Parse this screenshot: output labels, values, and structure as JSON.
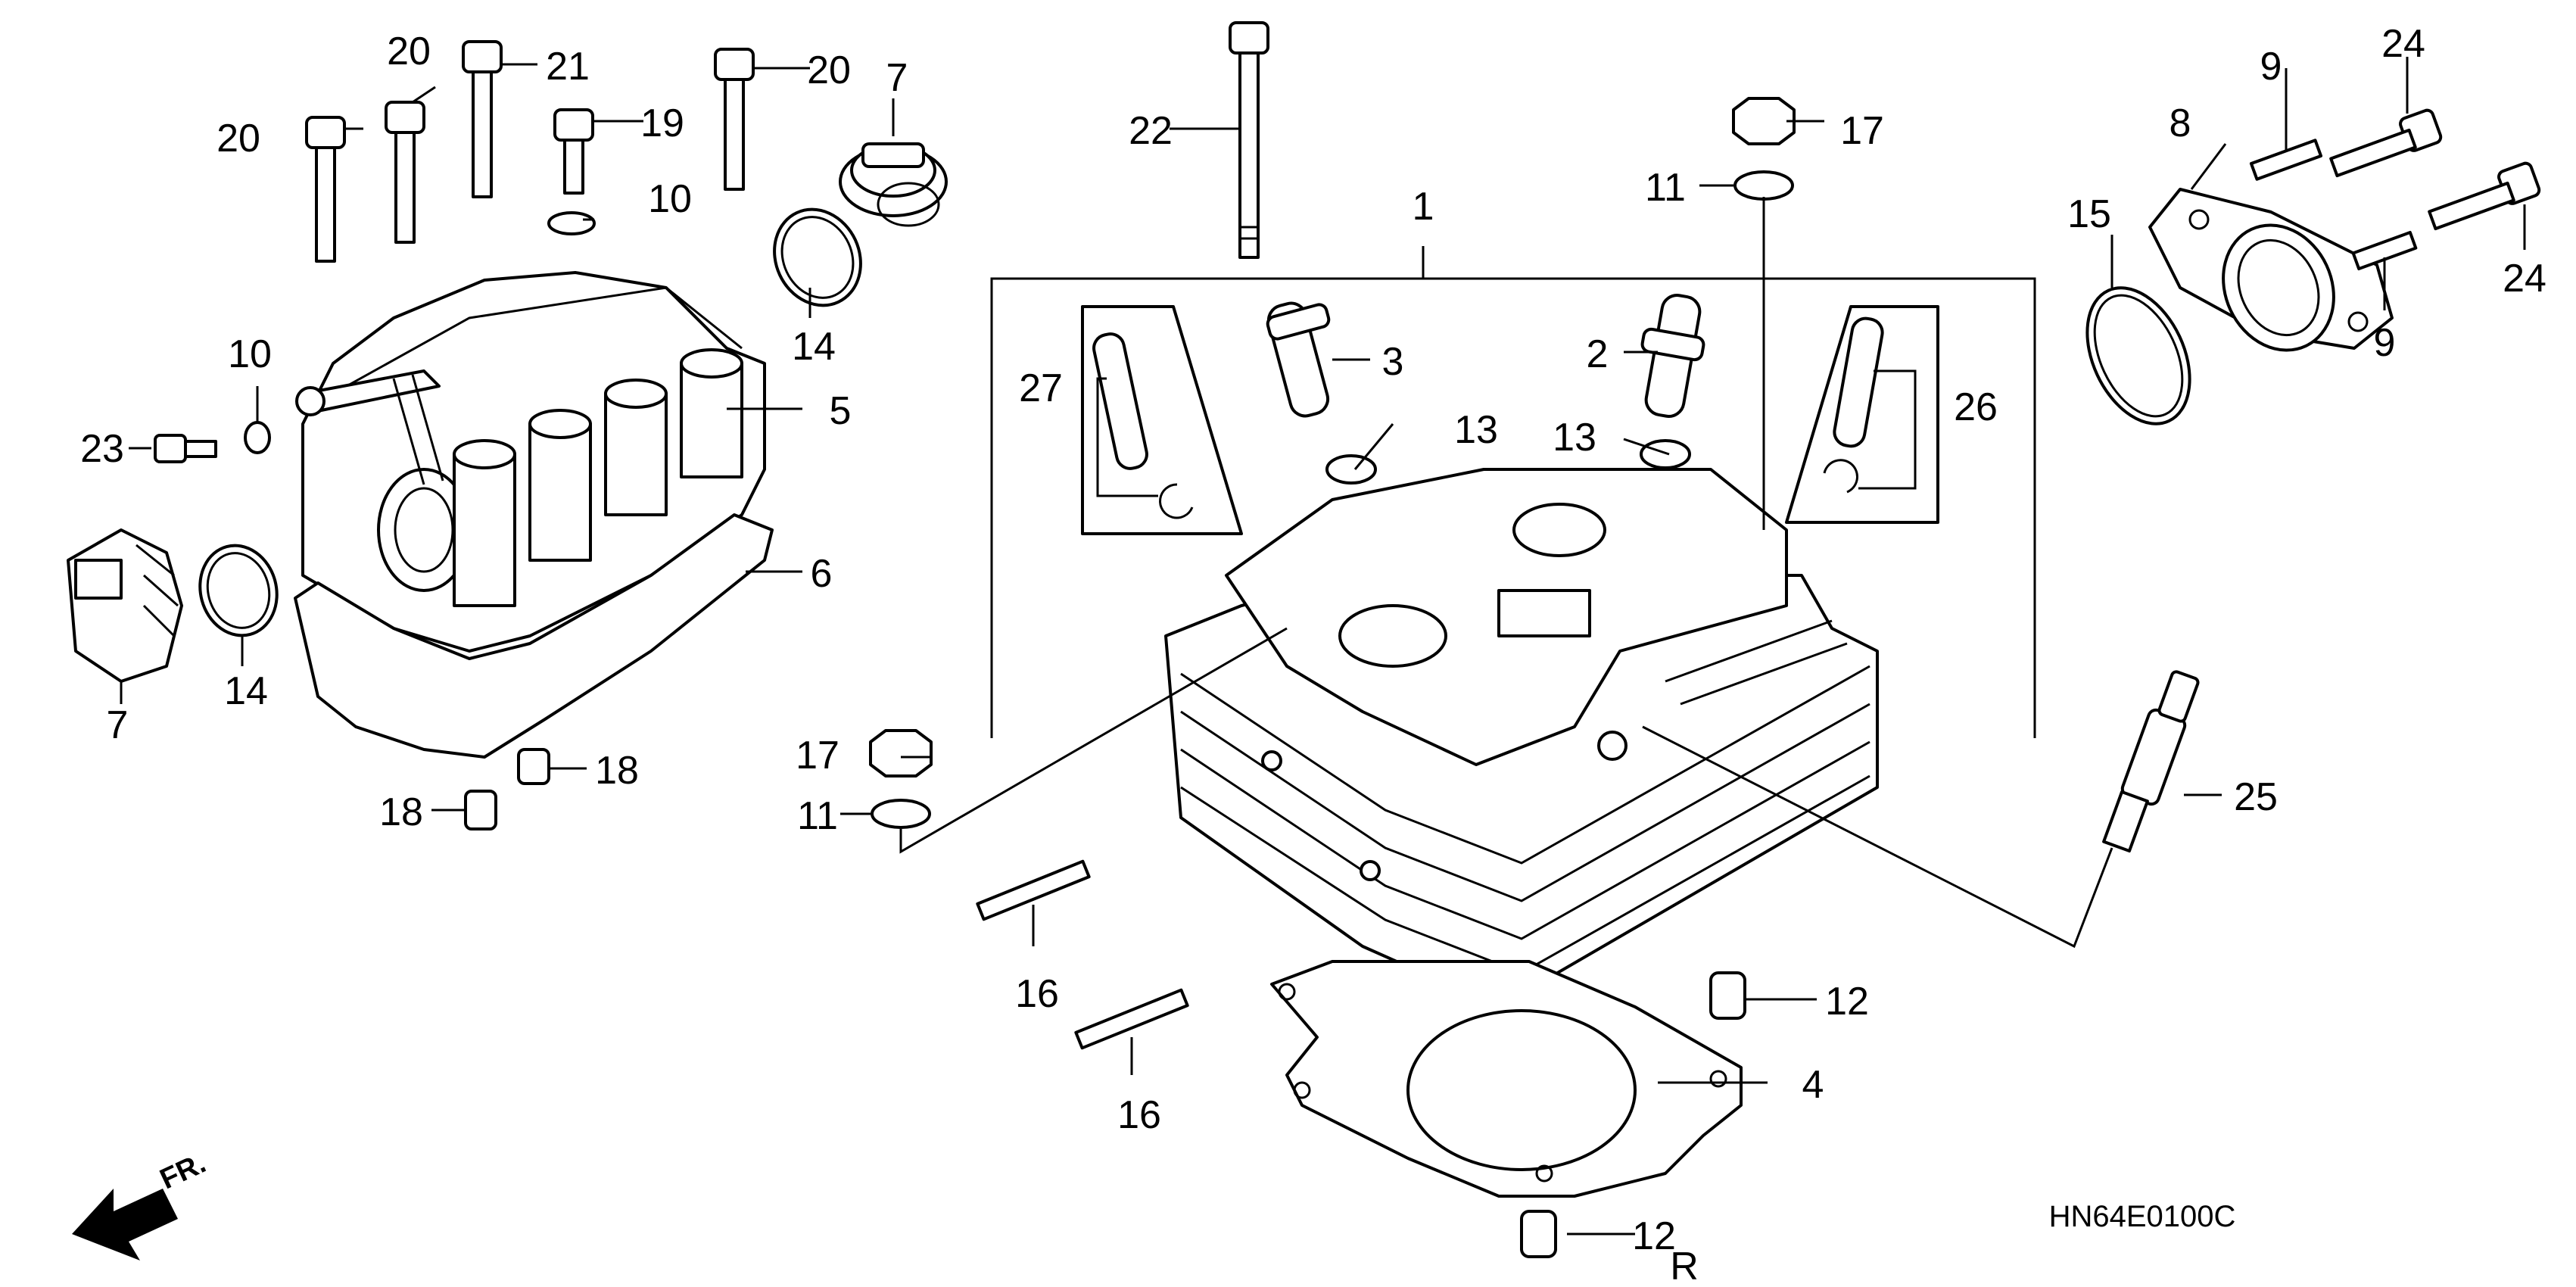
{
  "diagram": {
    "code": "HN64E0100C",
    "direction_label": "FR.",
    "suffix_r": "R",
    "callouts": [
      {
        "id": "c1",
        "text": "1"
      },
      {
        "id": "c2",
        "text": "2"
      },
      {
        "id": "c3",
        "text": "3"
      },
      {
        "id": "c4",
        "text": "4"
      },
      {
        "id": "c5",
        "text": "5"
      },
      {
        "id": "c6",
        "text": "6"
      },
      {
        "id": "c7a",
        "text": "7"
      },
      {
        "id": "c7b",
        "text": "7"
      },
      {
        "id": "c8",
        "text": "8"
      },
      {
        "id": "c9a",
        "text": "9"
      },
      {
        "id": "c9b",
        "text": "9"
      },
      {
        "id": "c10a",
        "text": "10"
      },
      {
        "id": "c10b",
        "text": "10"
      },
      {
        "id": "c11a",
        "text": "11"
      },
      {
        "id": "c11b",
        "text": "11"
      },
      {
        "id": "c12a",
        "text": "12"
      },
      {
        "id": "c12b",
        "text": "12"
      },
      {
        "id": "c13a",
        "text": "13"
      },
      {
        "id": "c13b",
        "text": "13"
      },
      {
        "id": "c14a",
        "text": "14"
      },
      {
        "id": "c14b",
        "text": "14"
      },
      {
        "id": "c15",
        "text": "15"
      },
      {
        "id": "c16a",
        "text": "16"
      },
      {
        "id": "c16b",
        "text": "16"
      },
      {
        "id": "c17a",
        "text": "17"
      },
      {
        "id": "c17b",
        "text": "17"
      },
      {
        "id": "c18a",
        "text": "18"
      },
      {
        "id": "c18b",
        "text": "18"
      },
      {
        "id": "c19",
        "text": "19"
      },
      {
        "id": "c20a",
        "text": "20"
      },
      {
        "id": "c20b",
        "text": "20"
      },
      {
        "id": "c20c",
        "text": "20"
      },
      {
        "id": "c21",
        "text": "21"
      },
      {
        "id": "c22",
        "text": "22"
      },
      {
        "id": "c23",
        "text": "23"
      },
      {
        "id": "c24a",
        "text": "24"
      },
      {
        "id": "c24b",
        "text": "24"
      },
      {
        "id": "c25",
        "text": "25"
      },
      {
        "id": "c26",
        "text": "26"
      },
      {
        "id": "c27",
        "text": "27"
      }
    ]
  }
}
